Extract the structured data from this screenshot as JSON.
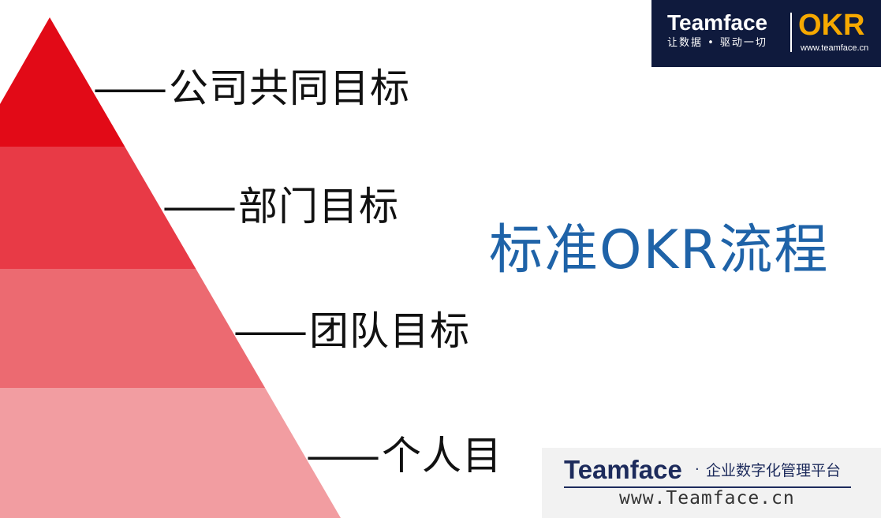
{
  "pyramid": {
    "levels": [
      {
        "label": "公司共同目标",
        "color": "#e20a17"
      },
      {
        "label": "部门目标",
        "color": "#e83a46"
      },
      {
        "label": "团队目标",
        "color": "#ec6a71"
      },
      {
        "label": "个人目",
        "color": "#f29da1"
      }
    ],
    "dash": "——"
  },
  "main_title": "标准OKR流程",
  "logo_top": {
    "brand": "Teamface",
    "slogan": "让数据 • 驱动一切",
    "product": "OKR",
    "site": "www.teamface.cn",
    "background": "#0f1a3d",
    "accent": "#f5a800"
  },
  "watermark": {
    "brand": "Teamface",
    "separator": "·",
    "tagline": "企业数字化管理平台",
    "url": "www.Teamface.cn"
  }
}
